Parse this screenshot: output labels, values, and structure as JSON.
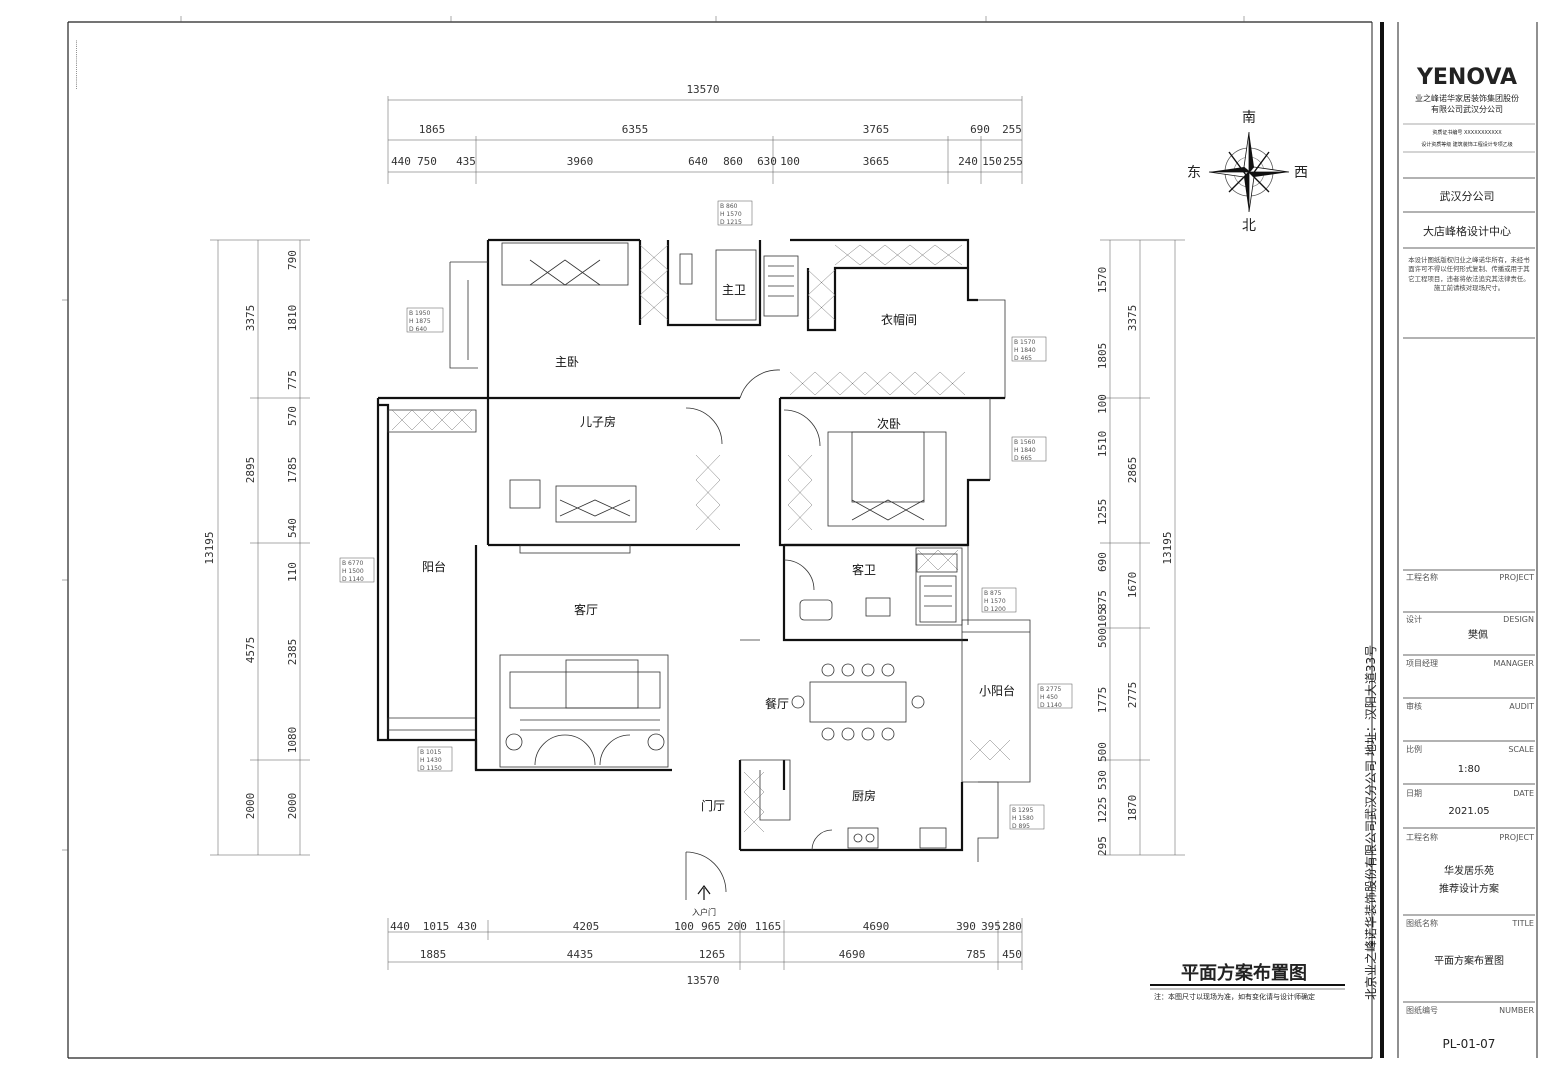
{
  "drawing": {
    "title": "平面方案布置图",
    "note": "注：本图尺寸以现场为准，如有变化请与设计师确定",
    "entrance_label": "入户门"
  },
  "compass": {
    "north": "北",
    "south": "南",
    "east": "东",
    "west": "西"
  },
  "rooms": {
    "master_bath": "主卫",
    "cloakroom": "衣帽间",
    "master_bedroom": "主卧",
    "sons_room": "儿子房",
    "second_bedroom": "次卧",
    "balcony": "阳台",
    "guest_bath": "客卫",
    "living_room": "客厅",
    "small_balcony": "小阳台",
    "dining_room": "餐厅",
    "foyer": "门厅",
    "kitchen": "厨房"
  },
  "dimensions": {
    "top_total": "13570",
    "top_row1": [
      "1865",
      "6355",
      "3765",
      "690",
      "255"
    ],
    "top_row2": [
      "440",
      "750",
      "435",
      "3960",
      "640",
      "860",
      "630",
      "100",
      "3665",
      "240",
      "150",
      "255"
    ],
    "bottom_row1": [
      "440",
      "1015",
      "430",
      "4205",
      "100",
      "965",
      "200",
      "1165",
      "4690",
      "390",
      "395",
      "280"
    ],
    "bottom_row2": [
      "1885",
      "4435",
      "1265",
      "4690",
      "785",
      "450"
    ],
    "bottom_total": "13570",
    "left_total": "13195",
    "left_row1": [
      "3375",
      "2895",
      "4575",
      "2000"
    ],
    "left_row2": [
      "790",
      "1810",
      "775",
      "570",
      "1785",
      "540",
      "110",
      "2385",
      "1080",
      "2000"
    ],
    "right_total": "13195",
    "right_row1": [
      "3375",
      "2865",
      "1670",
      "2775",
      "1870"
    ],
    "right_row2": [
      "1570",
      "1805",
      "100",
      "1510",
      "1255",
      "690",
      "500",
      "105",
      "875",
      "1775",
      "500",
      "530",
      "1225",
      "295"
    ]
  },
  "window_tags": [
    {
      "lines": [
        "B 1950",
        "H 1875",
        "D 640"
      ]
    },
    {
      "lines": [
        "B 860",
        "H 1570",
        "D 1215"
      ]
    },
    {
      "lines": [
        "B 1570",
        "H 1840",
        "D 465"
      ]
    },
    {
      "lines": [
        "B 1560",
        "H 1840",
        "D 665"
      ]
    },
    {
      "lines": [
        "B 6770",
        "H 1500",
        "D 1140"
      ]
    },
    {
      "lines": [
        "B 875",
        "H 1570",
        "D 1200"
      ]
    },
    {
      "lines": [
        "B 2775",
        "H 450",
        "D 1140"
      ]
    },
    {
      "lines": [
        "B 1015",
        "H 1430",
        "D 1150"
      ]
    },
    {
      "lines": [
        "B 1295",
        "H 1580",
        "D 895"
      ]
    }
  ],
  "title_block": {
    "brand": "YENOVA",
    "company_line1": "业之峰诺华家居装饰集团股份",
    "company_line2": "有限公司武汉分公司",
    "cert_line1": "资质证书编号 XXXXXXXXXXX",
    "cert_line2": "设计资质等级 建筑装饰工程设计专项乙级",
    "branch": "武汉分公司",
    "design_center": "大店峰格设计中心",
    "notice": "本设计图纸版权归业之峰诺华所有，未经书面许可不得以任何形式复制、传播或用于其它工程项目，违者将依法追究其法律责任。施工前请核对现场尺寸。",
    "rows": [
      {
        "label": "设计",
        "tag": "DESIGN",
        "value": "樊佩"
      },
      {
        "label": "审核",
        "tag": "AUDIT",
        "value": ""
      },
      {
        "label": "比例",
        "tag": "SCALE",
        "value": "1:80"
      },
      {
        "label": "日期",
        "tag": "DATE",
        "value": "2021.05"
      }
    ],
    "top_row": {
      "label": "工程名称",
      "tag": "PROJECT"
    },
    "manager_row": {
      "label": "项目经理",
      "tag": "MANAGER"
    },
    "project_label": "工程名称",
    "project_tag": "PROJECT",
    "project_line1": "华发居乐苑",
    "project_line2": "推荐设计方案",
    "drawing_name_label": "图纸名称",
    "drawing_name_tag": "TITLE",
    "drawing_name": "平面方案布置图",
    "drawing_no_label": "图纸编号",
    "drawing_no_tag": "NUMBER",
    "drawing_no": "PL-01-07",
    "vertical_address": "北京业之峰诺华装饰股份有限公司武汉分公司 地址：汉阳大道33号"
  }
}
